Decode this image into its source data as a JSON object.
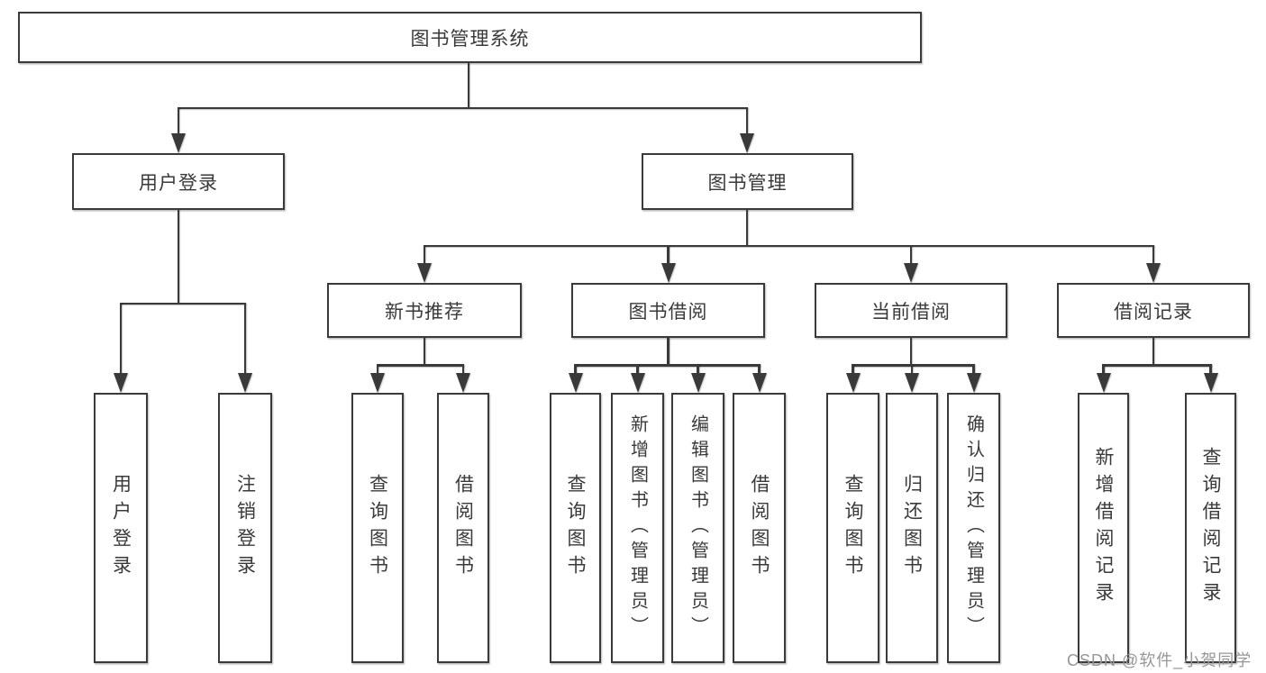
{
  "diagram": {
    "root": "图书管理系统",
    "level2": [
      {
        "label": "用户登录"
      },
      {
        "label": "图书管理"
      }
    ],
    "level3": [
      {
        "label": "新书推荐"
      },
      {
        "label": "图书借阅"
      },
      {
        "label": "当前借阅"
      },
      {
        "label": "借阅记录"
      }
    ],
    "leaves": {
      "user_login": [
        "用户登录",
        "注销登录"
      ],
      "new_books": [
        "查询图书",
        "借阅图书"
      ],
      "book_borrowing": [
        "查询图书",
        "新增图书（管理员）",
        "编辑图书（管理员）",
        "借阅图书"
      ],
      "current_borrowing": [
        "查询图书",
        "归还图书",
        "确认归还（管理员）"
      ],
      "borrow_records": [
        "新增借阅记录",
        "查询借阅记录"
      ]
    }
  },
  "watermark": "CSDN @软件_小贺同学",
  "colors": {
    "line": "#3a3a3a",
    "text": "#3a3a3a",
    "watermark": "#969696",
    "background": "#ffffff"
  }
}
